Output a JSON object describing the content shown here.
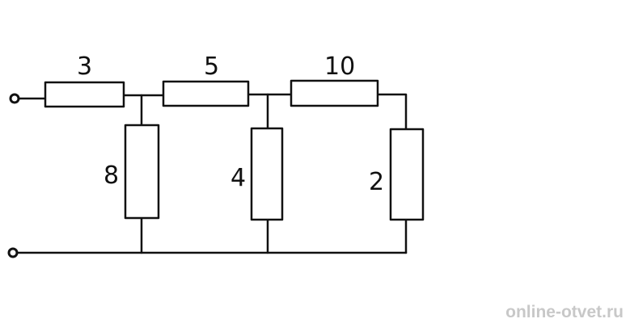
{
  "diagram": {
    "resistors": [
      {
        "id": "r1",
        "value": "3"
      },
      {
        "id": "r2",
        "value": "5"
      },
      {
        "id": "r3",
        "value": "10"
      },
      {
        "id": "r4",
        "value": "8"
      },
      {
        "id": "r5",
        "value": "4"
      },
      {
        "id": "r6",
        "value": "2"
      }
    ],
    "terminals": [
      "input-top",
      "input-bottom"
    ]
  },
  "watermark": "online-otvet.ru",
  "colors": {
    "line": "#111111",
    "background": "#ffffff",
    "watermark": "#c8c8c8"
  }
}
